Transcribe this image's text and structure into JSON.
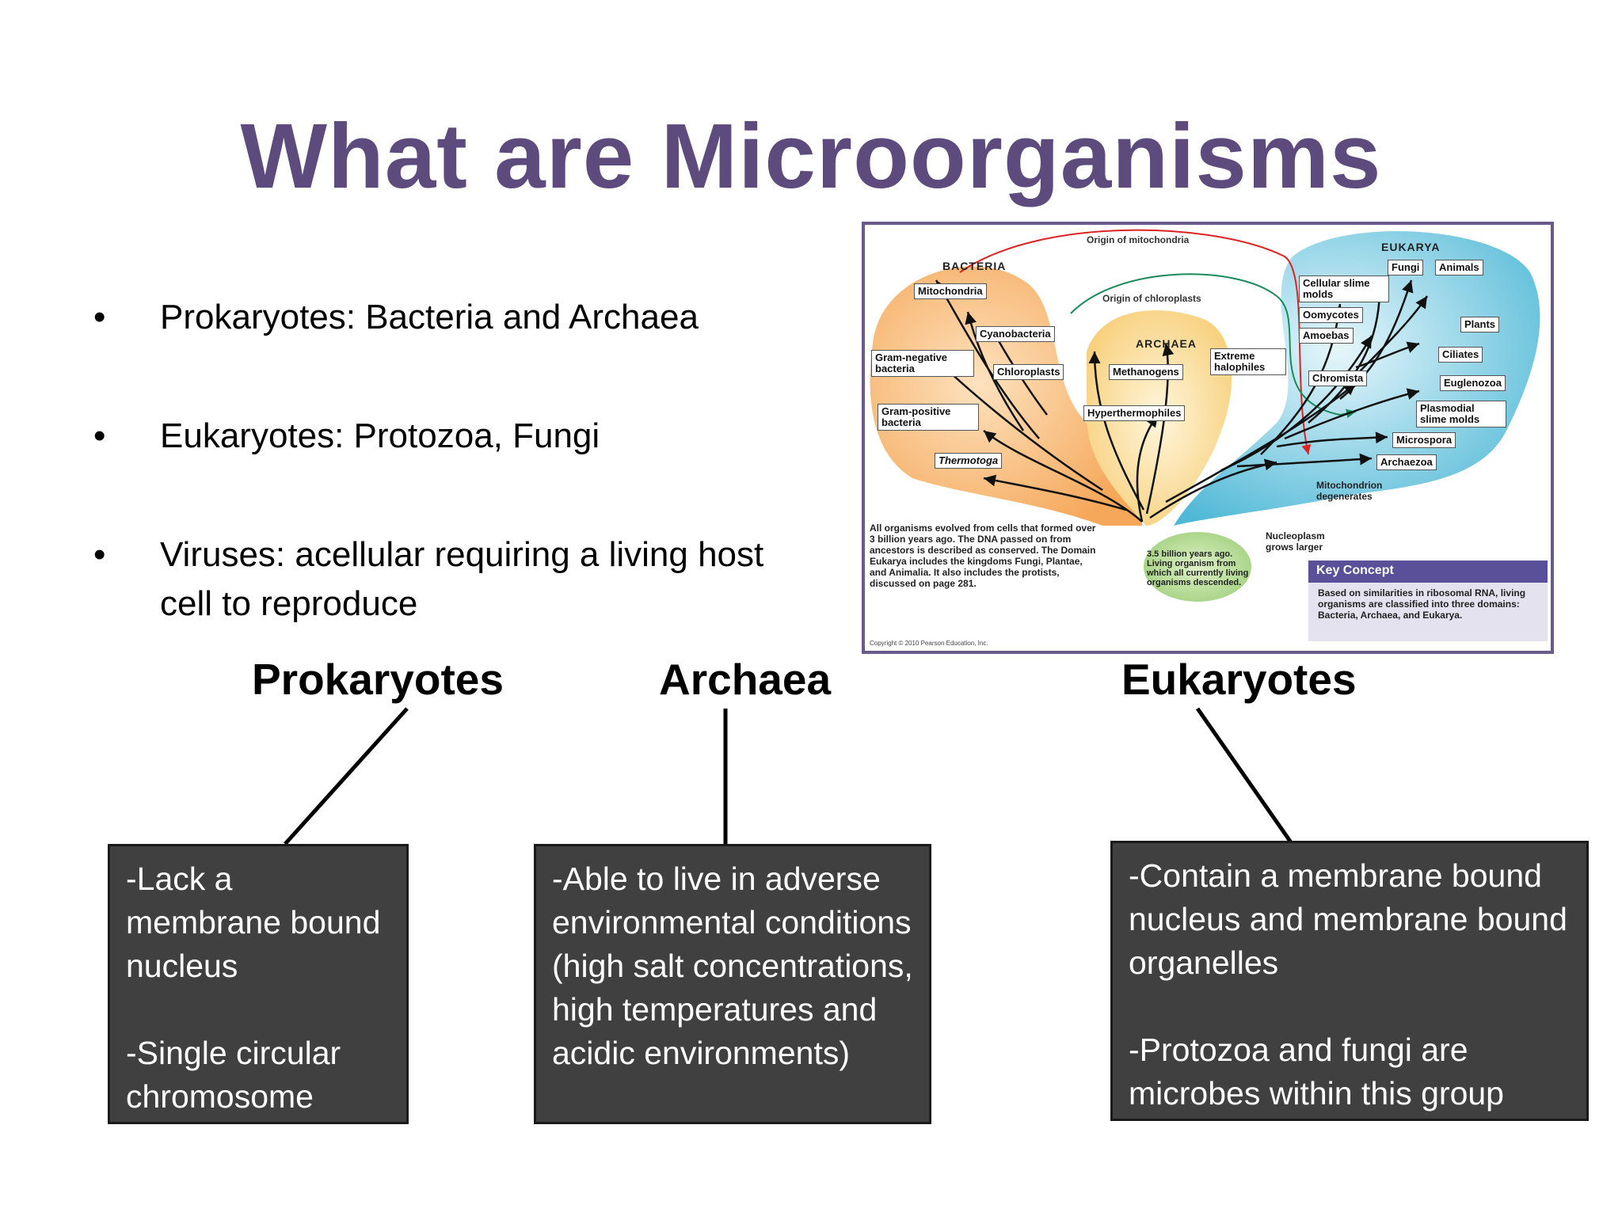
{
  "slide": {
    "title": "What are Microorganisms",
    "bullets": [
      {
        "dot": "•",
        "text": "Prokaryotes: Bacteria and Archaea"
      },
      {
        "dot": "•",
        "text": "Eukaryotes: Protozoa, Fungi"
      },
      {
        "dot": "•",
        "text": "Viruses: acellular requiring a living host cell to reproduce"
      }
    ],
    "columns": [
      {
        "heading": "Prokaryotes",
        "lines": [
          "-Lack a membrane bound nucleus",
          "-Single circular chromosome"
        ]
      },
      {
        "heading": "Archaea",
        "lines": [
          "-Able to live in adverse environmental conditions (high salt concentrations, high temperatures and acidic environments)"
        ]
      },
      {
        "heading": "Eukaryotes",
        "lines": [
          "-Contain a membrane bound nucleus and membrane bound organelles",
          "-Protozoa and fungi are microbes within this group"
        ]
      }
    ],
    "colors": {
      "title": "#5e4b7e",
      "box_bg": "#404040",
      "box_text": "#ffffff"
    }
  },
  "diagram": {
    "domains": {
      "bacteria": "BACTERIA",
      "archaea": "ARCHAEA",
      "eukarya": "EUKARYA"
    },
    "arcs": {
      "mitochondria": "Origin of mitochondria",
      "chloroplasts": "Origin of chloroplasts"
    },
    "labels": {
      "mitochondria": "Mitochondria",
      "cyanobacteria": "Cyanobacteria",
      "gram_negative": "Gram-negative bacteria",
      "chloroplasts": "Chloroplasts",
      "gram_positive": "Gram-positive bacteria",
      "thermotoga": "Thermotoga",
      "methanogens": "Methanogens",
      "extreme_halophiles": "Extreme halophiles",
      "hyperthermophiles": "Hyperthermophiles",
      "cellular_slime_molds": "Cellular slime molds",
      "fungi": "Fungi",
      "animals": "Animals",
      "oomycotes": "Oomycotes",
      "amoebas": "Amoebas",
      "plants": "Plants",
      "ciliates": "Ciliates",
      "chromista": "Chromista",
      "euglenozoa": "Euglenozoa",
      "plasmodial_slime_molds": "Plasmodial slime molds",
      "microspora": "Microspora",
      "archaezoa": "Archaezoa"
    },
    "notes": {
      "mito_degenerates": "Mitochondrion degenerates",
      "nucleoplasm": "Nucleoplasm grows larger",
      "origin": "3.5 billion years ago. Living organism from which all currently living organisms descended.",
      "caption": "All organisms evolved from cells that formed over 3 billion years ago. The DNA passed on from ancestors is described as conserved. The Domain Eukarya includes the kingdoms Fungi, Plantae, and Animalia. It also includes the protists, discussed on page 281."
    },
    "key_concept": {
      "title": "Key Concept",
      "body": "Based on similarities in ribosomal RNA, living organisms are classified into three domains: Bacteria, Archaea, and Eukarya."
    },
    "copyright": "Copyright © 2010 Pearson Education, Inc."
  }
}
